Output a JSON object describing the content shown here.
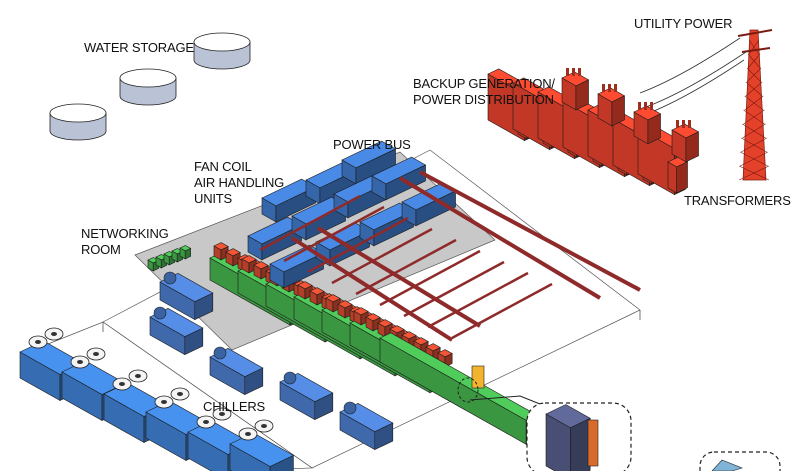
{
  "labels": {
    "water_storage": "WATER STORAGE",
    "utility_power": "UTILITY POWER",
    "backup_generation": "BACKUP GENERATION/\nPOWER DISTRIBUTION",
    "power_bus": "POWER BUS",
    "fan_coil": "FAN COIL\nAIR HANDLING\nUNITS",
    "networking_room": "NETWORKING\nROOM",
    "transformers": "TRANSFORMERS",
    "chillers": "CHILLERS"
  },
  "colors": {
    "water": "#d3dcf3",
    "generator": "#e4412b",
    "server_rack": "#45b14d",
    "air_handler": "#3f78c8",
    "chiller": "#4a7bc9",
    "power_bus": "#8f2a2a",
    "gray_floor": "#c8c8c8",
    "highlight_rack": "#f2b32e"
  }
}
